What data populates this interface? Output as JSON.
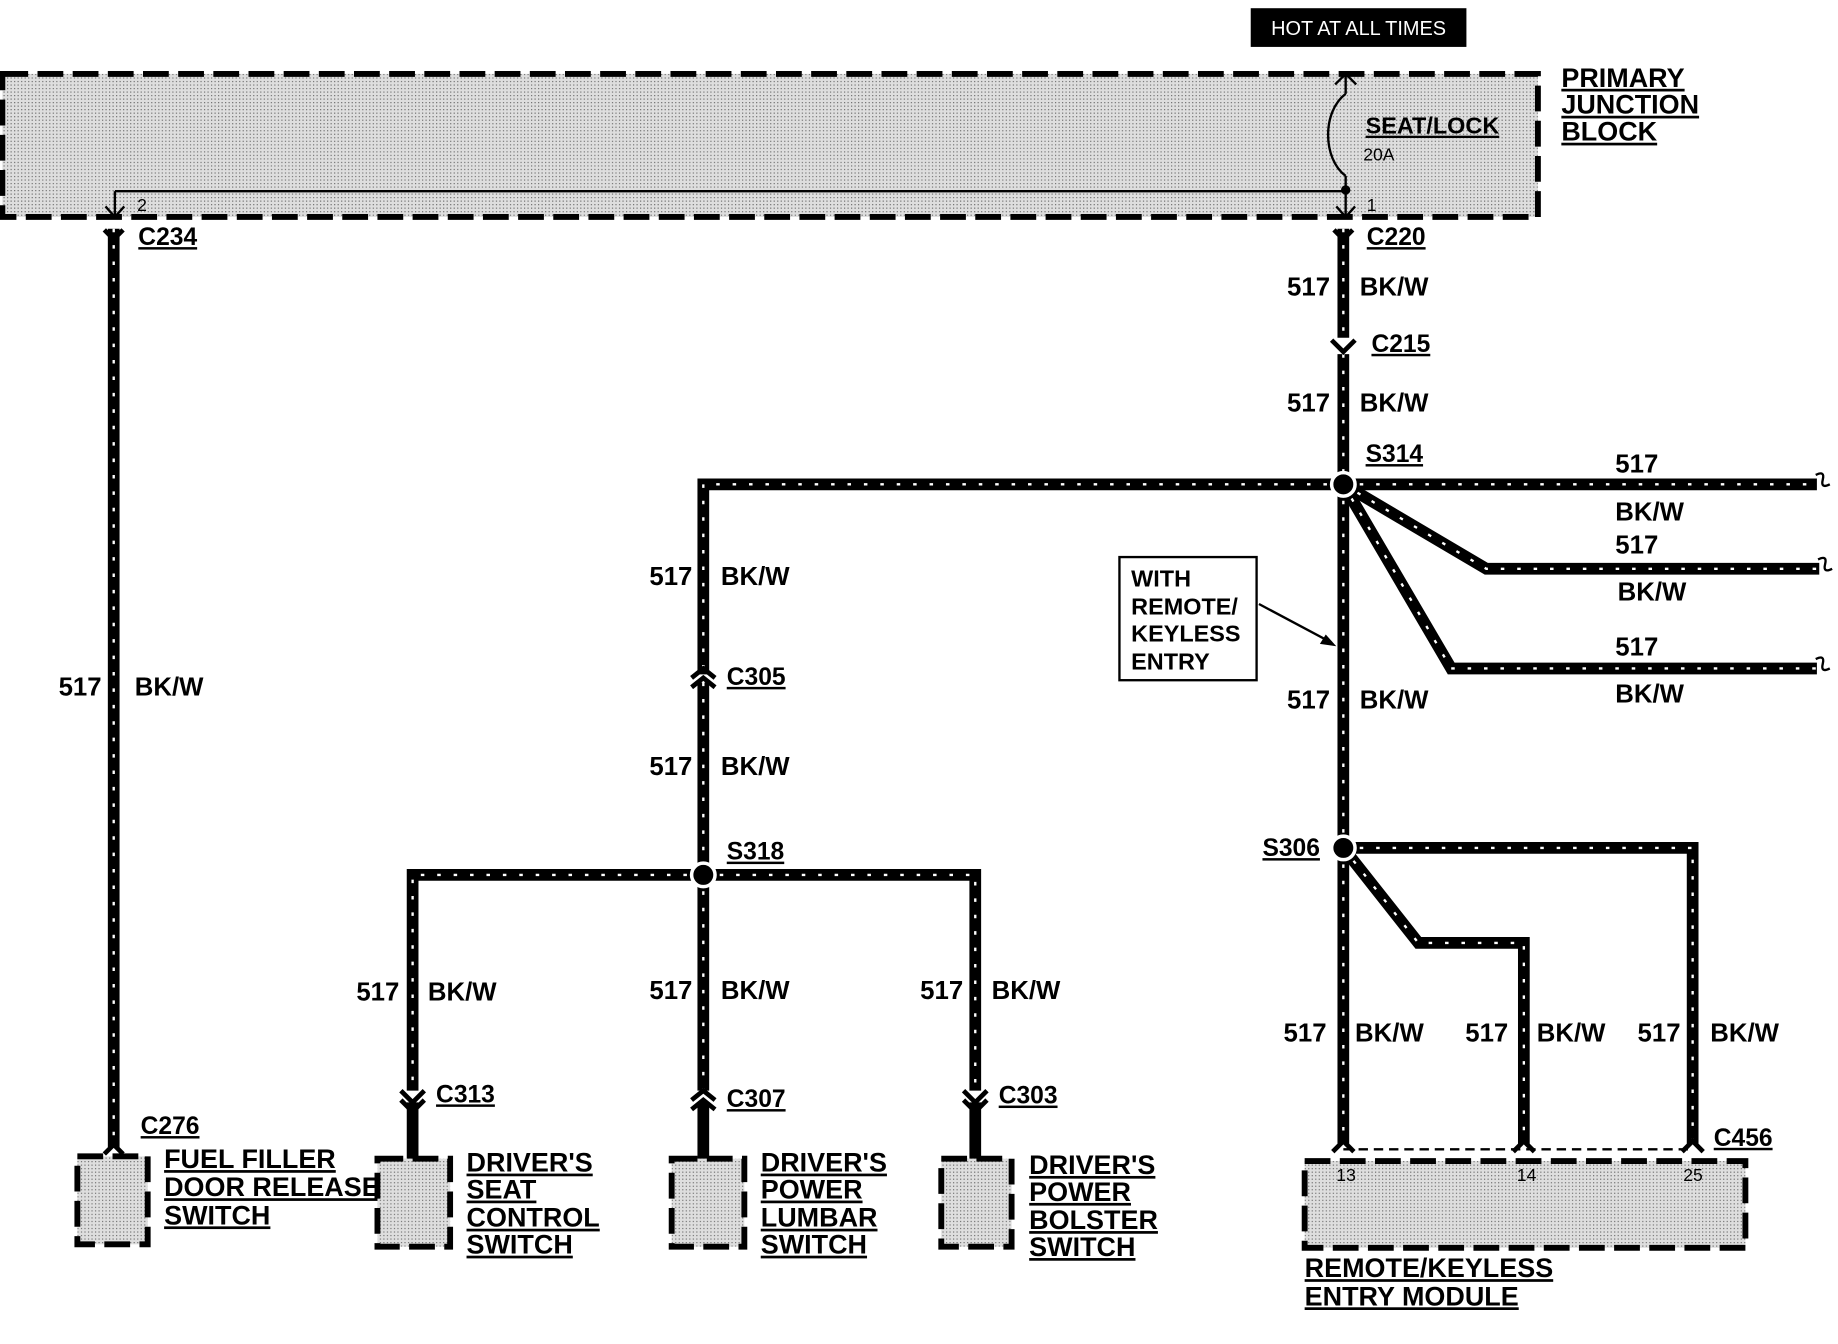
{
  "power_source": {
    "label": "HOT AT ALL TIMES",
    "block_lines": [
      "PRIMARY",
      "JUNCTION",
      "BLOCK"
    ],
    "fuse_name": "SEAT/LOCK",
    "fuse_rating": "20A",
    "pin_left": "2",
    "pin_right": "1"
  },
  "connectors": {
    "c234": "C234",
    "c220": "C220",
    "c215": "C215",
    "c305": "C305",
    "c313": "C313",
    "c307": "C307",
    "c303": "C303",
    "c276": "C276",
    "c456": "C456"
  },
  "splices": {
    "s314": "S314",
    "s318": "S318",
    "s306": "S306"
  },
  "circuit": {
    "number": "517",
    "color": "BK/W"
  },
  "note_lines": [
    "WITH",
    "REMOTE/",
    "KEYLESS",
    "ENTRY"
  ],
  "components": {
    "fuel_filler": [
      "FUEL FILLER",
      "DOOR RELEASE",
      "SWITCH"
    ],
    "seat_control": [
      "DRIVER'S",
      "SEAT",
      "CONTROL",
      "SWITCH"
    ],
    "power_lumbar": [
      "DRIVER'S",
      "POWER",
      "LUMBAR",
      "SWITCH"
    ],
    "power_bolster": [
      "DRIVER'S",
      "POWER",
      "BOLSTER",
      "SWITCH"
    ],
    "rke_module": [
      "REMOTE/KEYLESS",
      "ENTRY MODULE"
    ]
  },
  "module_pins": [
    "13",
    "14",
    "25"
  ]
}
